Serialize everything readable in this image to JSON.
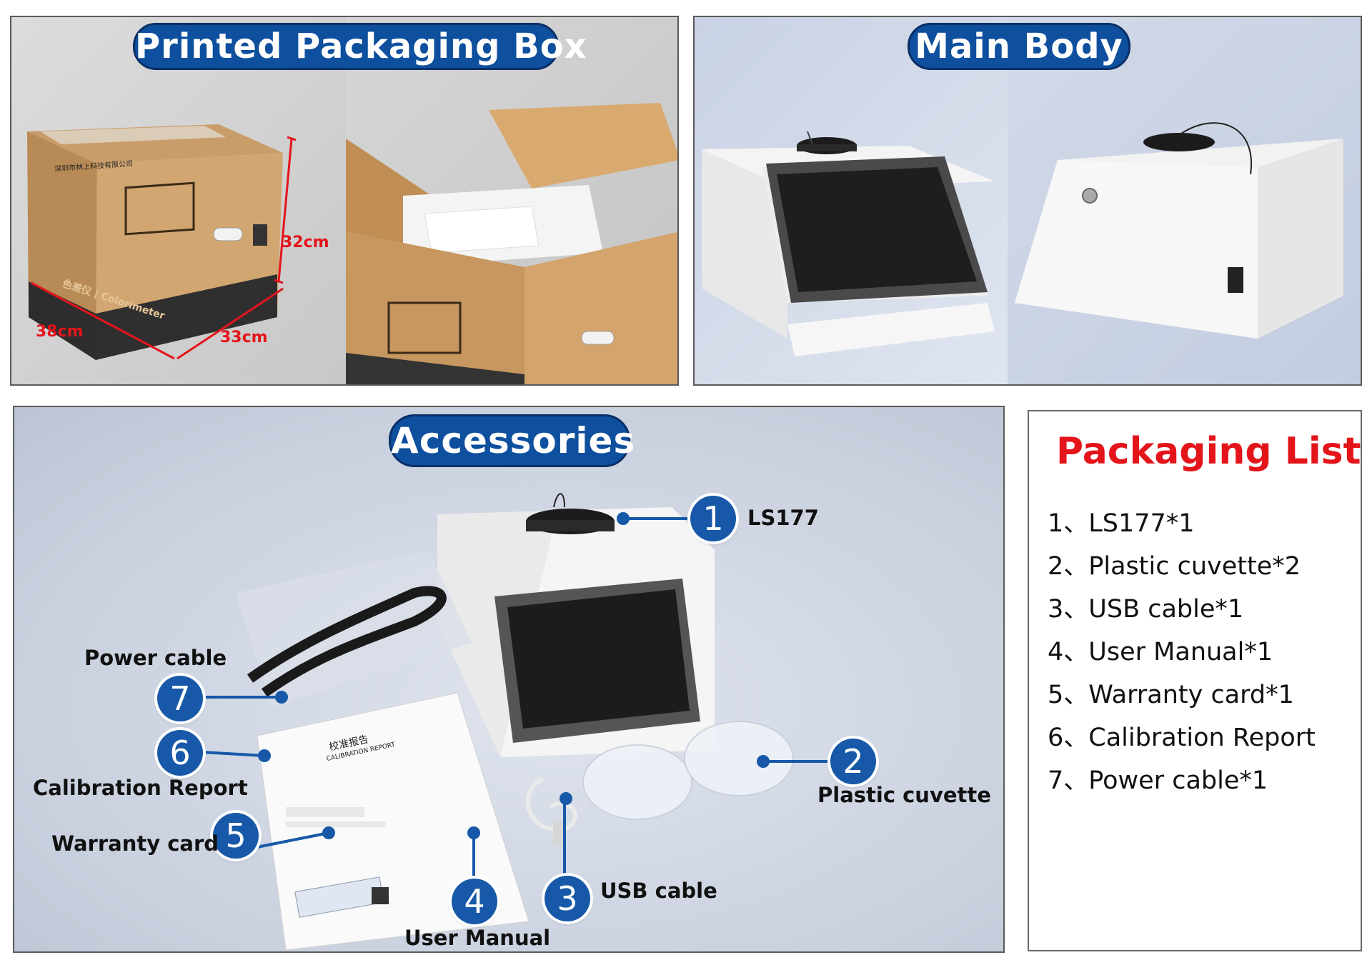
{
  "box_panel": {
    "title": "Printed Packaging Box",
    "dimensions": {
      "height": "32cm",
      "length": "38cm",
      "width": "33cm"
    },
    "box_brand_text": "深圳市林上科技有限公司",
    "box_product_text": "色差仪 | Colorimeter"
  },
  "main_body_panel": {
    "title": "Main Body"
  },
  "accessories_panel": {
    "title": "Accessories",
    "callouts": [
      {
        "number": "1",
        "label": "LS177"
      },
      {
        "number": "2",
        "label": "Plastic cuvette"
      },
      {
        "number": "3",
        "label": "USB cable"
      },
      {
        "number": "4",
        "label": "User Manual"
      },
      {
        "number": "5",
        "label": "Warranty card"
      },
      {
        "number": "6",
        "label": "Calibration Report"
      },
      {
        "number": "7",
        "label": "Power cable"
      }
    ],
    "report_heading": "校准报告",
    "report_subheading": "CALIBRATION REPORT"
  },
  "packaging_list": {
    "title": "Packaging List",
    "items": [
      "1、LS177*1",
      "2、Plastic cuvette*2",
      "3、USB cable*1",
      "4、User Manual*1",
      "5、Warranty card*1",
      "6、Calibration Report",
      "7、Power cable*1"
    ]
  },
  "colors": {
    "accent_blue": "#0e4f9e",
    "highlight_red": "#e4141b"
  }
}
